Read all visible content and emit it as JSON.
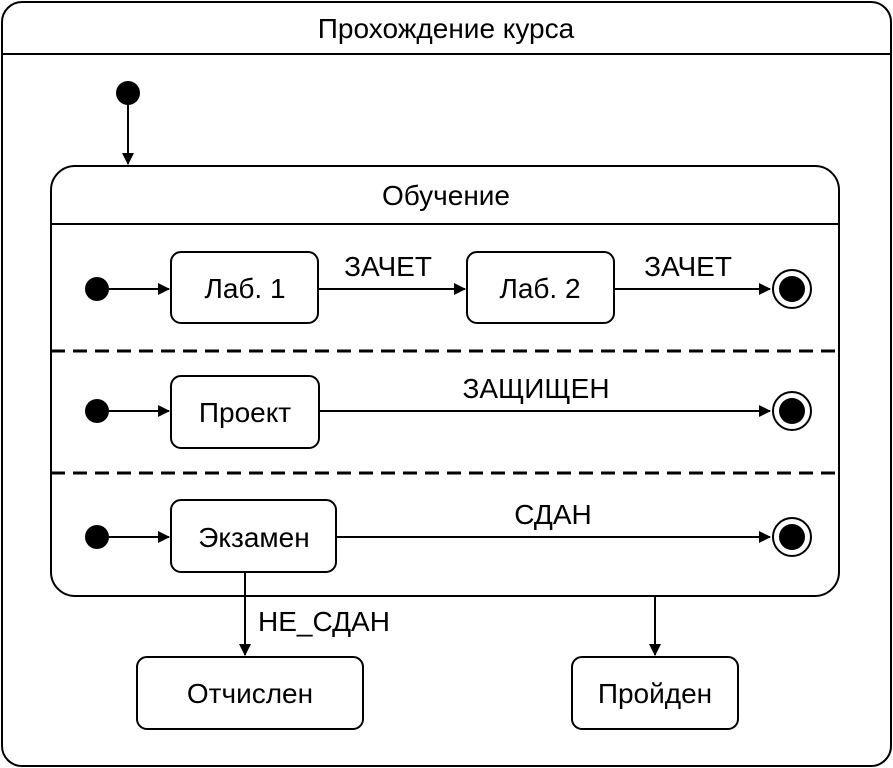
{
  "diagram": {
    "outer_title": "Прохождение курса",
    "composite_title": "Обучение",
    "states": {
      "lab1": "Лаб. 1",
      "lab2": "Лаб. 2",
      "project": "Проект",
      "exam": "Экзамен",
      "expelled": "Отчислен",
      "passed": "Пройден"
    },
    "transitions": {
      "lab1_to_lab2": "ЗАЧЕТ",
      "lab2_to_final": "ЗАЧЕТ",
      "project_to_final": "ЗАЩИЩЕН",
      "exam_to_final": "СДАН",
      "exam_to_expelled": "НЕ_СДАН"
    }
  }
}
